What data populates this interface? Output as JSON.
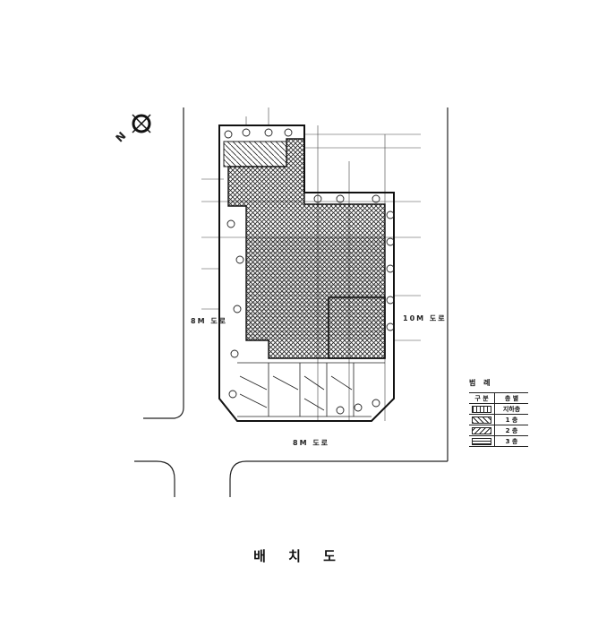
{
  "north_label": "N",
  "roads": {
    "left": "8M 도로",
    "right": "10M 도로",
    "bottom": "8M 도로"
  },
  "title": "배 치 도",
  "legend": {
    "title": "범 례",
    "headers": [
      "구 분",
      "층 별"
    ],
    "rows": [
      {
        "pattern": "vertical-lines",
        "label": "지하층"
      },
      {
        "pattern": "diagonal-hatch",
        "label": "1 층"
      },
      {
        "pattern": "reverse-diagonal-hatch",
        "label": "2 층"
      },
      {
        "pattern": "horizontal-lines",
        "label": "3 층"
      }
    ]
  },
  "colors": {
    "ink": "#111111",
    "paper": "#ffffff"
  }
}
